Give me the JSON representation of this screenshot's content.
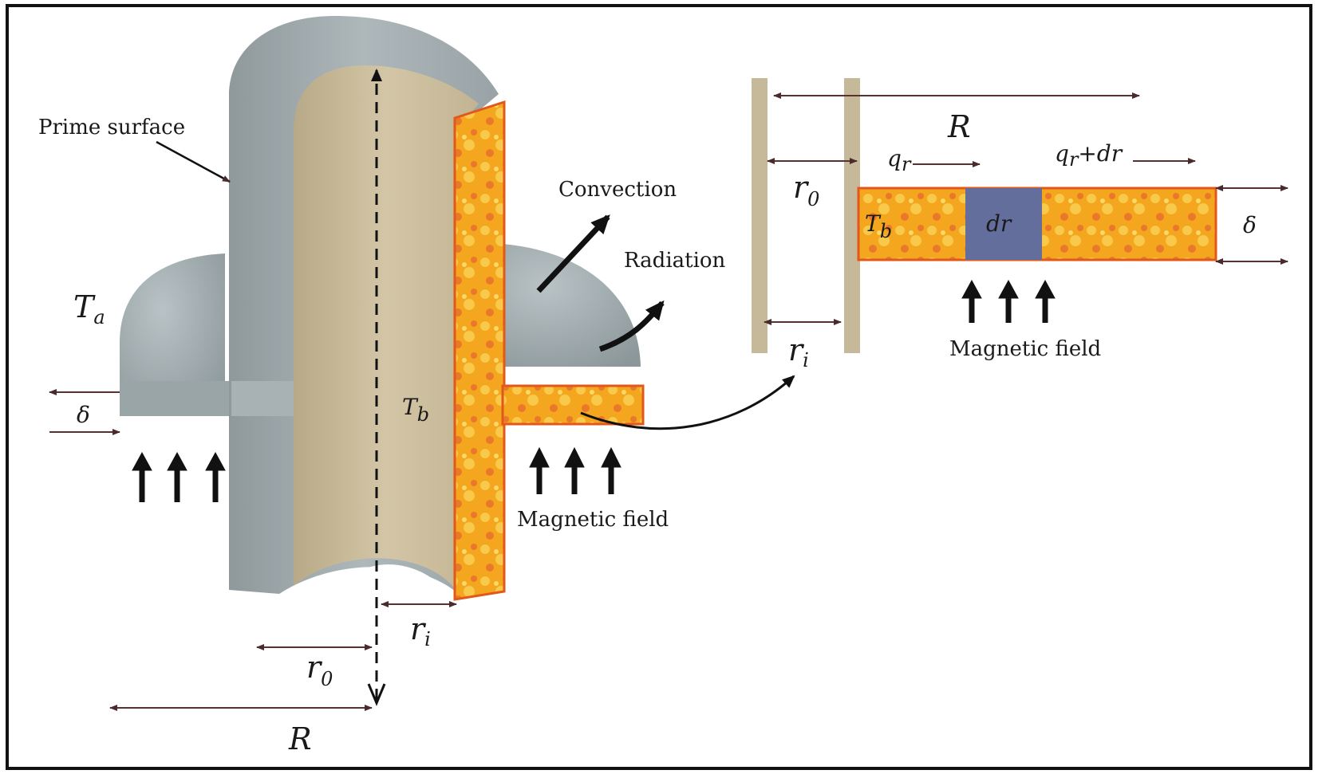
{
  "labels": {
    "prime_surface": "Prime surface",
    "convection": "Convection",
    "radiation": "Radiation",
    "magnetic_field_left": "Magnetic field",
    "magnetic_field_right": "Magnetic field"
  },
  "symbols": {
    "T": "T",
    "a": "a",
    "b": "b",
    "delta": "δ",
    "R": "R",
    "r": "r",
    "zero": "0",
    "i": "i",
    "q": "q",
    "qr_sub": "r",
    "plus_dr": "+dr",
    "dr": "dr"
  },
  "colors": {
    "fin_gray": "#a3adb0",
    "tube_tan": "#c9bb9a",
    "hot_orange": "#f2a31c",
    "hot_red": "#e2581a",
    "element_blue": "#646e9c",
    "wall_tan": "#c6b99a",
    "dim_line": "#5a3030"
  },
  "icons": [
    "arrow-up-icon",
    "arrow-diagonal-icon",
    "curved-arrow-icon"
  ]
}
